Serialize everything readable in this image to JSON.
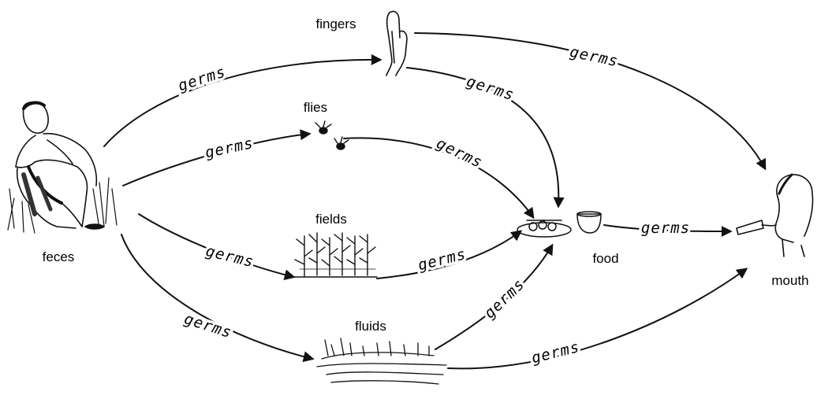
{
  "nodes": {
    "feces": "feces",
    "fingers": "fingers",
    "flies": "flies",
    "fields": "fields",
    "fluids": "fluids",
    "food": "food",
    "mouth": "mouth"
  },
  "edges": [
    {
      "from": "feces",
      "to": "fingers",
      "label": "germs"
    },
    {
      "from": "feces",
      "to": "flies",
      "label": "germs"
    },
    {
      "from": "feces",
      "to": "fields",
      "label": "germs"
    },
    {
      "from": "feces",
      "to": "fluids",
      "label": "germs"
    },
    {
      "from": "fingers",
      "to": "mouth",
      "label": "germs"
    },
    {
      "from": "fingers",
      "to": "food",
      "label": "germs"
    },
    {
      "from": "flies",
      "to": "food",
      "label": "germs"
    },
    {
      "from": "fields",
      "to": "food",
      "label": "germs"
    },
    {
      "from": "fluids",
      "to": "food",
      "label": "germs"
    },
    {
      "from": "fluids",
      "to": "mouth",
      "label": "germs"
    },
    {
      "from": "food",
      "to": "mouth",
      "label": "germs"
    }
  ]
}
